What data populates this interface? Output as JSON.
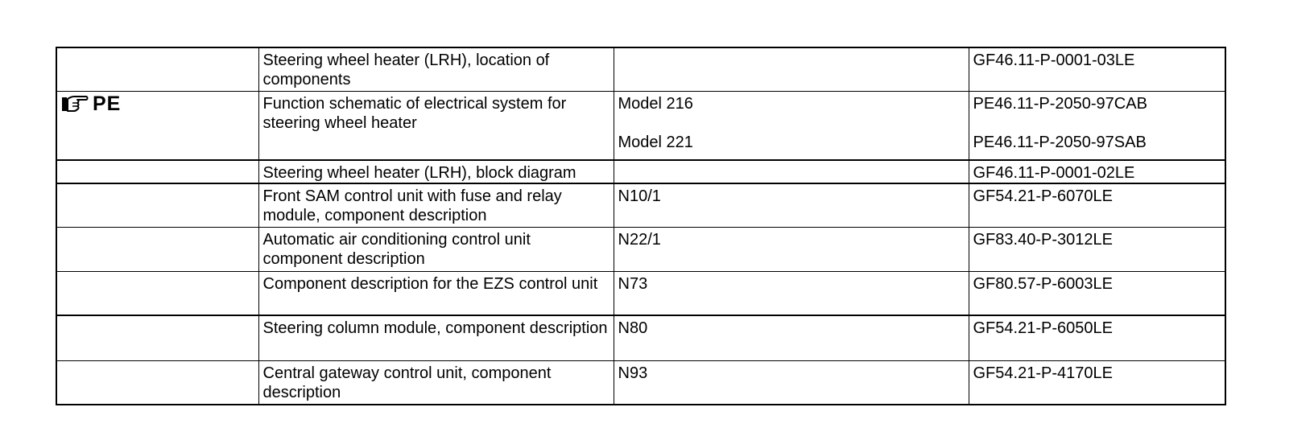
{
  "table": {
    "rows": [
      {
        "marker": "",
        "description": "Steering wheel heater (LRH), location of components",
        "entries": [
          {
            "designation": "",
            "document": "GF46.11-P-0001-03LE"
          }
        ]
      },
      {
        "marker": "PE",
        "marker_icon": "pointing-hand-icon",
        "description": "Function schematic of electrical system for steering wheel heater",
        "entries": [
          {
            "designation": "Model 216",
            "document": "PE46.11-P-2050-97CAB"
          },
          {
            "designation": "Model 221",
            "document": "PE46.11-P-2050-97SAB"
          }
        ]
      },
      {
        "marker": "",
        "description": "Steering wheel heater (LRH), block diagram",
        "entries": [
          {
            "designation": "",
            "document": "GF46.11-P-0001-02LE"
          }
        ]
      },
      {
        "marker": "",
        "description": "Front SAM control unit with fuse and relay module, component description",
        "entries": [
          {
            "designation": "N10/1",
            "document": "GF54.21-P-6070LE"
          }
        ]
      },
      {
        "marker": "",
        "description": "Automatic air conditioning control unit component description",
        "entries": [
          {
            "designation": "N22/1",
            "document": "GF83.40-P-3012LE"
          }
        ]
      },
      {
        "marker": "",
        "description": "Component description for the EZS control unit",
        "entries": [
          {
            "designation": "N73",
            "document": "GF80.57-P-6003LE"
          }
        ]
      },
      {
        "marker": "",
        "description": "Steering column module, component description",
        "entries": [
          {
            "designation": "N80",
            "document": "GF54.21-P-6050LE"
          }
        ]
      },
      {
        "marker": "",
        "description": "Central gateway control unit, component description",
        "entries": [
          {
            "designation": "N93",
            "document": "GF54.21-P-4170LE"
          }
        ]
      }
    ]
  }
}
